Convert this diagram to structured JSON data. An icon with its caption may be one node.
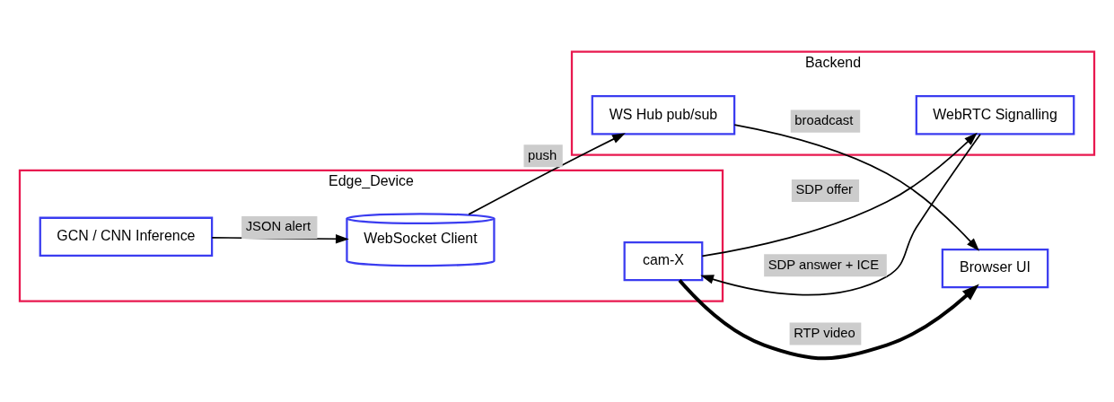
{
  "diagram": {
    "nodes": [
      {
        "text": [
          "Edge_Device"
        ]
      },
      {
        "text": [
          "cam-X"
        ],
        "in": 0
      },
      {
        "text": [
          "GCN / CNN Inference"
        ],
        "in": 0
      },
      {
        "text": [
          "WebSocket Client"
        ],
        "in": 0
      },
      {
        "text": [
          "Backend"
        ]
      },
      {
        "text": [
          "WebRTC Signalling"
        ],
        "in": 4
      },
      {
        "text": [
          "WS Hub pub/sub"
        ],
        "in": 4
      },
      {
        "text": [
          "Browser UI"
        ]
      }
    ],
    "edges": [
      {
        "from": 1,
        "to": 7,
        "arrow": "to",
        "label": "RTP video",
        "style": "thick"
      },
      {
        "from": 1,
        "to": 5,
        "arrow": "to",
        "label": "SDP offer"
      },
      {
        "from": 5,
        "to": 1,
        "arrow": "to",
        "label": "SDP answer + ICE"
      },
      {
        "from": 2,
        "to": 3,
        "arrow": "to",
        "label": "JSON alert"
      },
      {
        "from": 3,
        "to": 6,
        "arrow": "to",
        "label": "push"
      },
      {
        "from": 6,
        "to": 7,
        "arrow": "to",
        "label": "broadcast"
      }
    ]
  }
}
